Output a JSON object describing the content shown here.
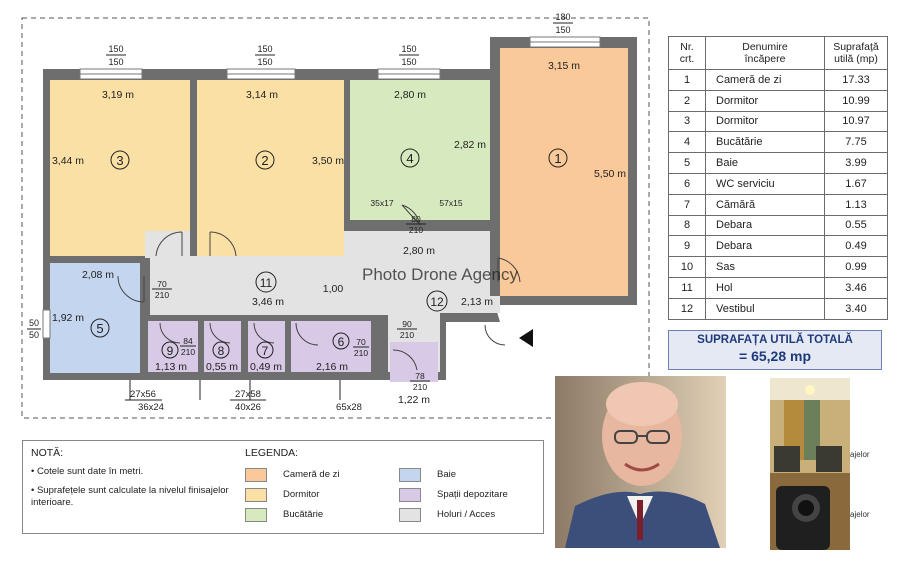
{
  "floorplan": {
    "rooms": [
      {
        "no": "1",
        "area": "",
        "dims": [
          "3,15 m",
          "5,50 m"
        ]
      },
      {
        "no": "2",
        "area": "",
        "dims": [
          "3,14 m",
          "3,50 m"
        ]
      },
      {
        "no": "3",
        "area": "",
        "dims": [
          "3,19 m",
          "3,44 m"
        ]
      },
      {
        "no": "4",
        "area": "",
        "dims": [
          "2,80 m",
          "2,82 m"
        ]
      },
      {
        "no": "5",
        "area": "",
        "dims": [
          "2,08 m",
          "1,92 m"
        ]
      },
      {
        "no": "6",
        "area": "2,16 m",
        "dims": []
      },
      {
        "no": "7",
        "area": "0,49 m",
        "dims": []
      },
      {
        "no": "8",
        "area": "0,55 m",
        "dims": []
      },
      {
        "no": "9",
        "area": "1,13 m",
        "dims": []
      },
      {
        "no": "11",
        "area": "",
        "dims": [
          "3,46 m",
          "1,00"
        ]
      },
      {
        "no": "12",
        "area": "",
        "dims": [
          "2,80 m",
          "2,13 m"
        ]
      },
      {
        "no": "",
        "area": "1,22 m",
        "dims": []
      }
    ],
    "window_labels": {
      "w3": [
        "150",
        "150"
      ],
      "w2": [
        "150",
        "150"
      ],
      "w4": [
        "150",
        "150"
      ],
      "w1": [
        "180",
        "150"
      ],
      "w5": [
        "50",
        "50"
      ]
    },
    "opening_labels": {
      "niche_a": "35x17",
      "niche_b": "57x15",
      "door4": [
        "80",
        "210"
      ],
      "door5": [
        "70",
        "210"
      ],
      "door9": [
        "84",
        "210"
      ],
      "door6": [
        "70",
        "210"
      ],
      "door12": [
        "90",
        "210"
      ],
      "door_sas": [
        "78",
        "210"
      ]
    },
    "bottom_labels": {
      "a": [
        "27x56",
        "36x24"
      ],
      "b": [
        "27x58",
        "40x26"
      ],
      "c": "65x28"
    },
    "watermark": "Photo Drone Agency"
  },
  "table": {
    "headers": [
      "Nr.\ncrt.",
      "Denumire\nîncăpere",
      "Suprafață\nutilă (mp)"
    ],
    "rows": [
      {
        "nr": "1",
        "name": "Cameră de zi",
        "area": "17.33"
      },
      {
        "nr": "2",
        "name": "Dormitor",
        "area": "10.99"
      },
      {
        "nr": "3",
        "name": "Dormitor",
        "area": "10.97"
      },
      {
        "nr": "4",
        "name": "Bucătărie",
        "area": "7.75"
      },
      {
        "nr": "5",
        "name": "Baie",
        "area": "3.99"
      },
      {
        "nr": "6",
        "name": "WC serviciu",
        "area": "1.67"
      },
      {
        "nr": "7",
        "name": "Cămără",
        "area": "1.13"
      },
      {
        "nr": "8",
        "name": "Debara",
        "area": "0.55"
      },
      {
        "nr": "9",
        "name": "Debara",
        "area": "0.49"
      },
      {
        "nr": "10",
        "name": "Sas",
        "area": "0.99"
      },
      {
        "nr": "11",
        "name": "Hol",
        "area": "3.46"
      },
      {
        "nr": "12",
        "name": "Vestibul",
        "area": "3.40"
      }
    ]
  },
  "total": {
    "label": "SUPRAFAȚA UTILĂ TOTALĂ",
    "value": "= 65,28 mp"
  },
  "notes": {
    "title": "NOTĂ:",
    "items": [
      "Cotele sunt date în metri.",
      "Suprafețele sunt calculate la nivelul finisajelor\ninterioare."
    ]
  },
  "legend": {
    "title": "LEGENDA:",
    "items": [
      {
        "label": "Cameră de zi",
        "color": "#f9c99a"
      },
      {
        "label": "Dormitor",
        "color": "#fbe0a6"
      },
      {
        "label": "Bucătărie",
        "color": "#d7eabf"
      },
      {
        "label": "Baie",
        "color": "#c4d6ef"
      },
      {
        "label": "Spații depozitare",
        "color": "#d8c9e6"
      },
      {
        "label": "Holuri / Acces",
        "color": "#e3e3e3"
      }
    ]
  },
  "side_caption": [
    "ajelor",
    "ajelor"
  ],
  "colors": {
    "wall": "#6e6e6e",
    "living": "#f9c99a",
    "bedroom": "#fbe0a6",
    "kitchen": "#d7eabf",
    "bath": "#c4d6ef",
    "storage": "#d8c9e6",
    "hall": "#e3e3e3"
  }
}
